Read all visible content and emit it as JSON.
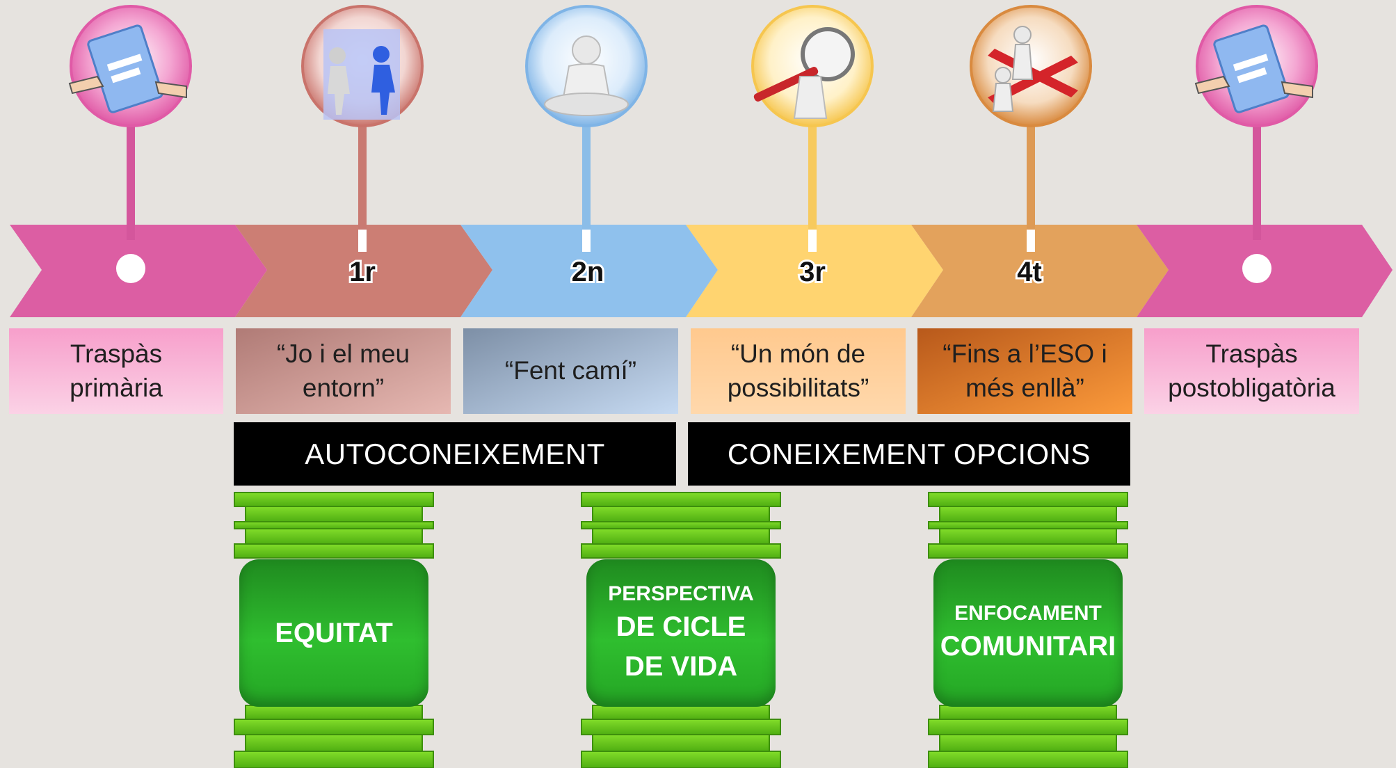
{
  "colors": {
    "background": "#e6e3df",
    "stage_pink": "#e05aa6",
    "stage_rose": "#d07f76",
    "stage_blue": "#8cc0ee",
    "stage_yellow": "#ffd36b",
    "stage_orange": "#e3a35d",
    "pillar_green": "#2fbe2f",
    "pillar_band": "#6ed01e"
  },
  "stages": [
    {
      "number": "",
      "icon": "handing-notebook-icon",
      "label": "Traspàs\nprimària"
    },
    {
      "number": "1r",
      "icon": "two-figures-doorway-icon",
      "label": "“Jo i el meu\nentorn”"
    },
    {
      "number": "2n",
      "icon": "meditating-figure-icon",
      "label": "“Fent camí”"
    },
    {
      "number": "3r",
      "icon": "magnifying-glass-figure-icon",
      "label": "“Un món de\npossibilitats”"
    },
    {
      "number": "4t",
      "icon": "crossroads-figure-icon",
      "label": "“Fins a l’ESO i\nmés enllà”"
    },
    {
      "number": "",
      "icon": "handing-notebook-icon",
      "label": "Traspàs\npostobligatòria"
    }
  ],
  "phases": [
    {
      "label": "AUTOCONEIXEMENT"
    },
    {
      "label": "CONEIXEMENT OPCIONS"
    }
  ],
  "pillars": [
    {
      "line1": "",
      "line2": "EQUITAT",
      "line3": ""
    },
    {
      "line1": "PERSPECTIVA",
      "line2": "DE CICLE",
      "line3": "DE VIDA"
    },
    {
      "line1": "ENFOCAMENT",
      "line2": "COMUNITARI",
      "line3": ""
    }
  ]
}
